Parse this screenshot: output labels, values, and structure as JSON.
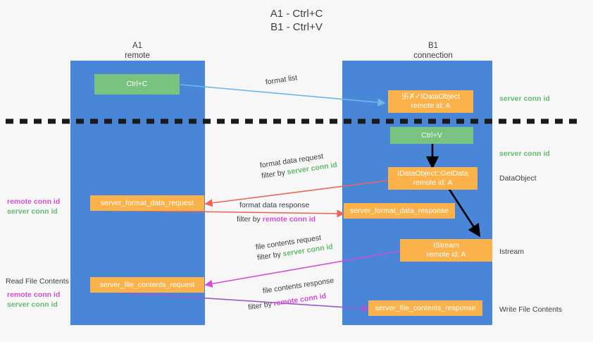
{
  "title": "A1 - Ctrl+C\nB1 - Ctrl+V",
  "colors": {
    "background": "#f7f7f7",
    "lane": "#4a86d8",
    "orange": "#fbb24a",
    "green": "#78c37f",
    "server_conn_id": "#63bb6e",
    "remote_conn_id": "#d14fd1",
    "arrow_blue": "#6fb7e8",
    "arrow_red": "#e8675a",
    "arrow_magenta": "#d14fd1",
    "arrow_purple": "#9b59d0",
    "arrow_black": "#000000",
    "text": "#3c4043"
  },
  "lanes": [
    {
      "name": "A1",
      "subtitle": "remote"
    },
    {
      "name": "B1",
      "subtitle": "connection"
    }
  ],
  "nodes": {
    "ctrl_c": {
      "line1": "Ctrl+C",
      "line2": "",
      "style": "green"
    },
    "idataobject": {
      "line1_prefix_tofu": "卐✗✓",
      "line1": "IDataObject",
      "line2": "remote id: A",
      "style": "orange"
    },
    "ctrl_v": {
      "line1": "Ctrl+V",
      "line2": "",
      "style": "green"
    },
    "getdata": {
      "line1": "IDataObject::GetData",
      "line2": "remote id: A",
      "style": "orange"
    },
    "fmt_req": {
      "line1": "server_format_data_request",
      "line2": "",
      "style": "orange"
    },
    "fmt_resp": {
      "line1": "server_format_data_response",
      "line2": "",
      "style": "orange"
    },
    "istream": {
      "line1": "IStream",
      "line2": "remote id: A",
      "style": "orange"
    },
    "file_req": {
      "line1": "server_file_contents_request",
      "line2": "",
      "style": "orange"
    },
    "file_resp": {
      "line1": "server_file_contents_response",
      "line2": "",
      "style": "orange"
    }
  },
  "edge_labels": {
    "format_list": {
      "text": "format list"
    },
    "format_data_request": {
      "line1": "format data request",
      "filter_prefix": "filter by ",
      "filter_value": "server conn id",
      "filter_color": "green"
    },
    "format_data_response": {
      "line1": "format data response",
      "filter_prefix": "filter by ",
      "filter_value": "remote conn id",
      "filter_color": "magenta"
    },
    "file_contents_request": {
      "line1": "file contents request",
      "filter_prefix": "filter by ",
      "filter_value": "server conn id",
      "filter_color": "green"
    },
    "file_contents_response": {
      "line1": "file contents response",
      "filter_prefix": "filter by ",
      "filter_value": "remote conn id",
      "filter_color": "magenta"
    }
  },
  "annotations": {
    "right_server_conn_id_top": "server conn id",
    "right_server_conn_id_middle": "server conn id",
    "right_dataobject": "DataObject",
    "right_istream": "Istream",
    "right_write_file_contents": "Write File Contents",
    "left_conn_ids_1_remote": "remote conn id",
    "left_conn_ids_1_server": "server conn id",
    "left_read_file_contents": "Read File Contents",
    "left_conn_ids_2_remote": "remote conn id",
    "left_conn_ids_2_server": "server conn id"
  }
}
